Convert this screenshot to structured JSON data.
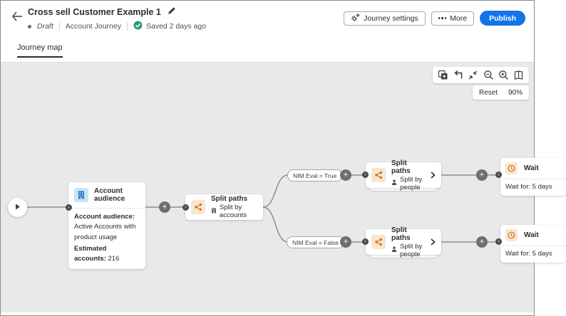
{
  "header": {
    "title": "Cross sell Customer Example 1",
    "status_label": "Draft",
    "journey_type": "Account Journey",
    "saved_status": "Saved 2 days ago",
    "buttons": {
      "journey_settings": "Journey settings",
      "more": "More",
      "publish": "Publish"
    }
  },
  "tabs": {
    "journey_map": "Journey map"
  },
  "canvas": {
    "toolbar": {
      "reset_label": "Reset",
      "zoom_level": "90%",
      "icon_names": [
        "duplicate-node-icon",
        "undo-arrow-icon",
        "collapse-icon",
        "zoom-out-icon",
        "zoom-in-icon",
        "overview-map-icon"
      ]
    },
    "nodes": {
      "account_audience": {
        "title": "Account audience",
        "detail_label": "Account audience:",
        "detail_value": "Active Accounts with product usage",
        "estimate_label": "Estimated accounts:",
        "estimate_value": "216"
      },
      "split_accounts": {
        "title": "Split paths",
        "subtitle": "Split by accounts"
      }
    },
    "branches": [
      {
        "condition": "NIM Eval = True",
        "split": {
          "title": "Split paths",
          "subtitle": "Split by people"
        },
        "wait": {
          "title": "Wait",
          "detail": "Wait for: 5 days"
        }
      },
      {
        "condition": "NIM Eval = False",
        "split": {
          "title": "Split paths",
          "subtitle": "Split by people"
        },
        "wait": {
          "title": "Wait",
          "detail": "Wait for: 5 days"
        }
      }
    ]
  },
  "icons": {
    "plus": "+",
    "entry": "›"
  },
  "colors": {
    "accent_blue": "#1473e6",
    "status_green": "#2d9d78",
    "node_orange": "#cc6f1f",
    "node_blue": "#2779bd",
    "canvas_bg": "#e9e9e9"
  }
}
